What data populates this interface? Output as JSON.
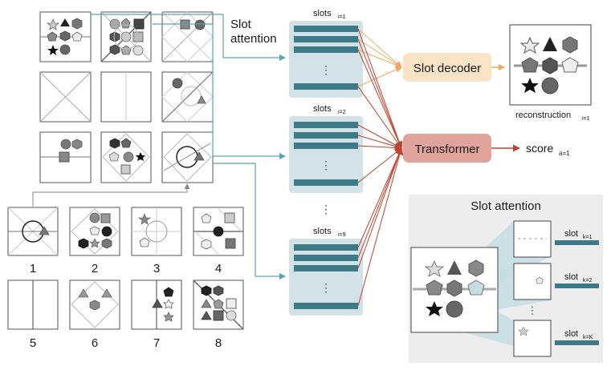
{
  "figure": {
    "slot_attention_label_line1": "Slot",
    "slot_attention_label_line2": "attention",
    "slots_1": "slots",
    "slots_1_sub": "i=1",
    "slots_2": "slots",
    "slots_2_sub": "i=2",
    "slots_9": "slots",
    "slots_9_sub": "i=9",
    "slot_decoder": "Slot decoder",
    "transformer": "Transformer",
    "reconstruction": "reconstruction",
    "reconstruction_sub": "i=1",
    "score": "score",
    "score_sub": "a=1",
    "answer_numbers": [
      "1",
      "2",
      "3",
      "4",
      "5",
      "6",
      "7",
      "8"
    ],
    "inset": {
      "title": "Slot attention",
      "slot1": "slot",
      "slot1_sub": "k=1",
      "slot2": "slot",
      "slot2_sub": "k=2",
      "slotK": "slot",
      "slotK_sub": "k=K"
    },
    "colors": {
      "slot_bar": "#3d7a87",
      "slot_panel": "#d3e2e6",
      "decoder_box": "#fbe3c6",
      "transformer_box": "#e0a49c",
      "arrow_teal": "#5aa3b2",
      "arrow_orange": "#f0a860",
      "arrow_red": "#c0432f"
    }
  }
}
